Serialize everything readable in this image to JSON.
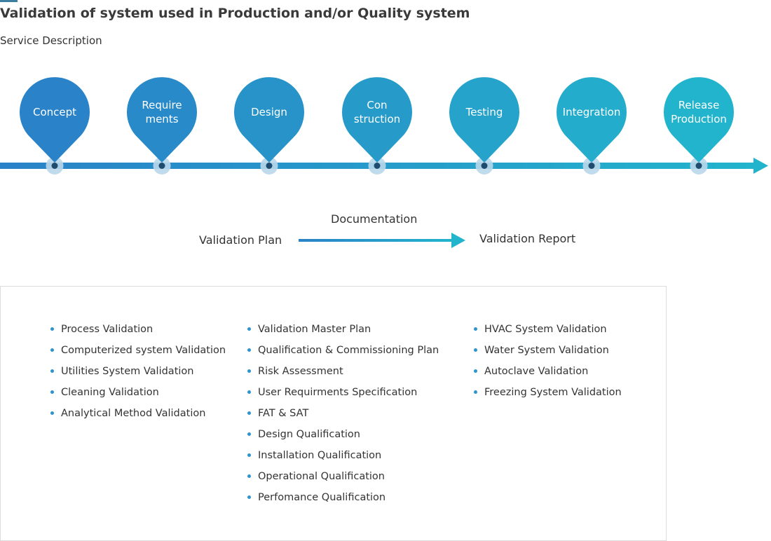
{
  "header": {
    "title": "Validation of system used in Production and/or Quality system",
    "subtitle": "Service Description"
  },
  "timeline": {
    "stages": [
      {
        "lines": [
          "Concept"
        ]
      },
      {
        "lines": [
          "Require",
          "ments"
        ]
      },
      {
        "lines": [
          "Design"
        ]
      },
      {
        "lines": [
          "Con",
          "struction"
        ]
      },
      {
        "lines": [
          "Testing"
        ]
      },
      {
        "lines": [
          "Integration"
        ]
      },
      {
        "lines": [
          "Release",
          "Production"
        ]
      }
    ],
    "colors": {
      "start": "#2a82c8",
      "end": "#22b4cc",
      "node_halo": "#b9d7ea",
      "node_dot": "#1f4c6e"
    }
  },
  "documentation": {
    "label": "Documentation",
    "from": "Validation Plan",
    "to": "Validation Report"
  },
  "services": {
    "col1": [
      "Process Validation",
      "Computerized system Validation",
      "Utilities System Validation",
      "Cleaning Validation",
      "Analytical Method Validation"
    ],
    "col2": [
      "Validation Master Plan",
      "Qualification & Commissioning Plan",
      "Risk Assessment",
      "User Requirments Specification",
      "FAT & SAT",
      "Design Qualification",
      "Installation Qualification",
      "Operational Qualification",
      "Perfomance Qualification"
    ],
    "col3": [
      "HVAC System Validation",
      "Water System Validation",
      "Autoclave Validation",
      "Freezing System Validation"
    ]
  }
}
